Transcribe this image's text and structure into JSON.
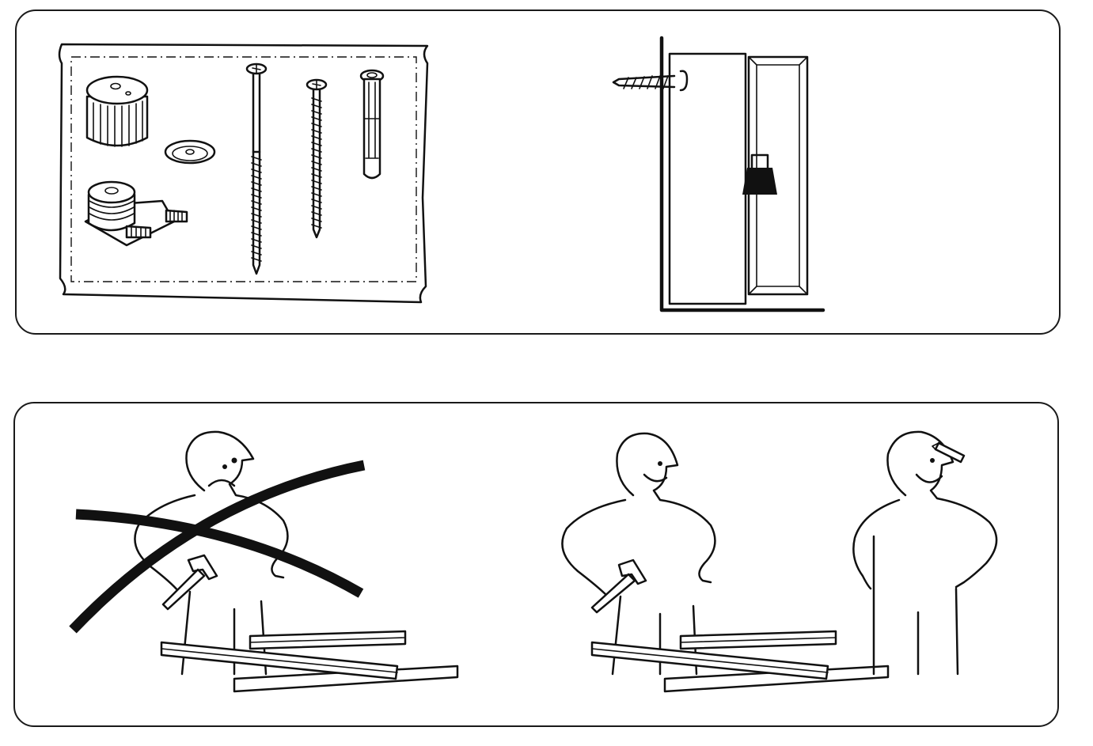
{
  "panels": [
    {
      "id": "top",
      "groups": [
        {
          "name": "hardware-bag",
          "items": [
            "cap-knob-icon",
            "washer-icon",
            "cam-fitting-icon",
            "long-screw-icon",
            "short-screw-icon",
            "wall-plug-icon"
          ]
        },
        {
          "name": "wall-anchoring",
          "items": [
            "wall-icon",
            "screw-into-wall-icon",
            "cabinet-icon",
            "door-icon",
            "padlock-icon"
          ]
        }
      ]
    },
    {
      "id": "bottom",
      "groups": [
        {
          "name": "assembling-alone-crossed-out",
          "items": [
            "sad-person-icon",
            "hammer-icon",
            "boards-icon",
            "cross-out-icon"
          ]
        },
        {
          "name": "assembling-together",
          "items": [
            "happy-person-icon",
            "hammer-icon",
            "boards-icon",
            "helper-person-icon",
            "pencil-icon"
          ]
        }
      ]
    }
  ],
  "colors": {
    "ink": "#111111",
    "background": "#ffffff"
  }
}
